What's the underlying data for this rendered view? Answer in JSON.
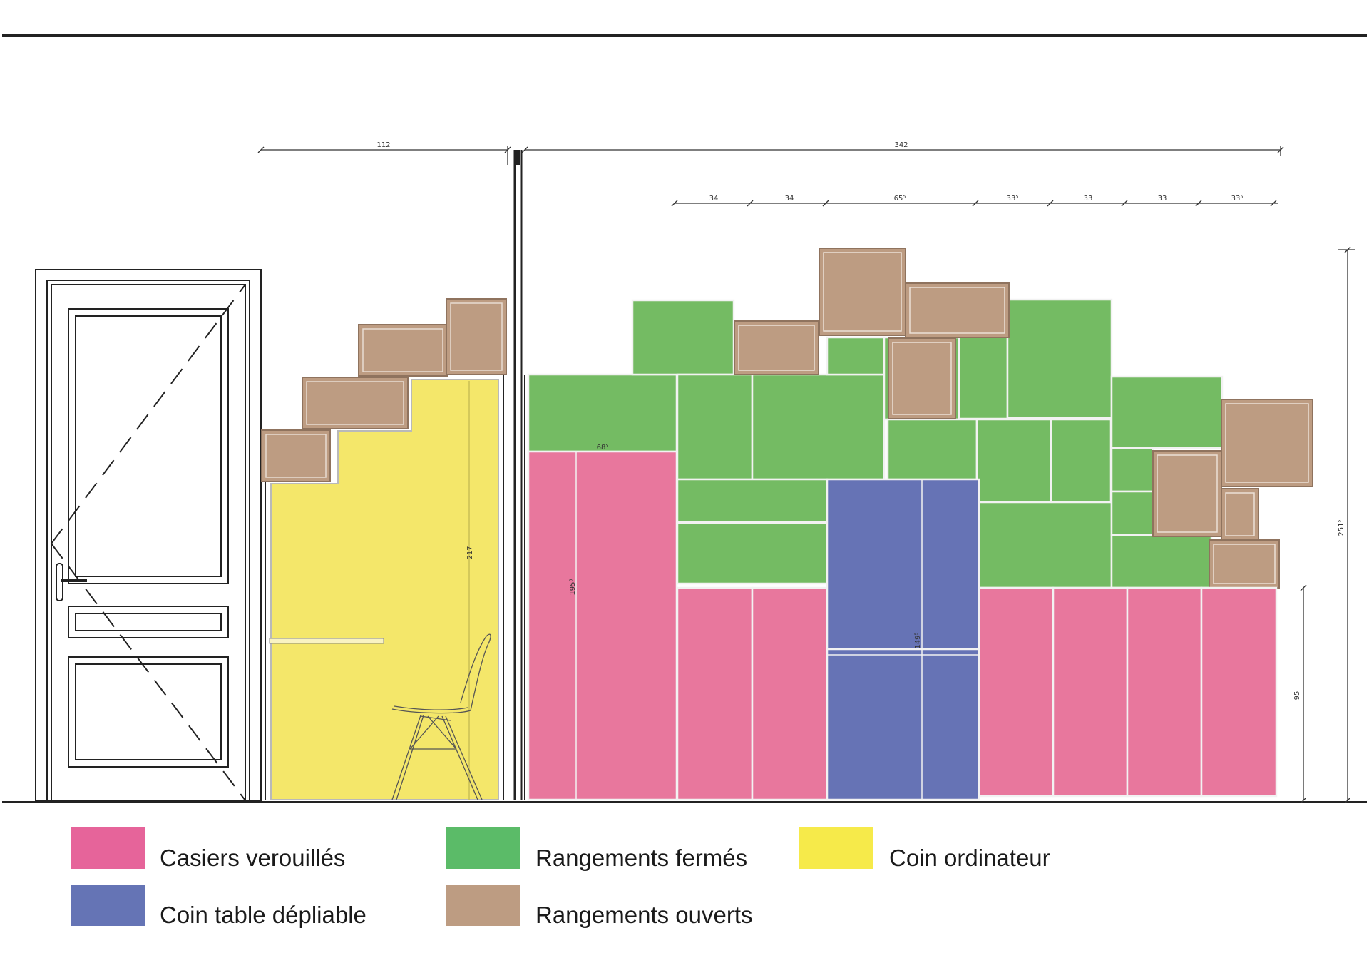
{
  "colors": {
    "pink": "#e8779d",
    "pink_legend": "#e6649a",
    "green": "#74bb63",
    "green_legend": "#5bbb68",
    "brown": "#bd9c82",
    "blue": "#6673b5",
    "yellow": "#f4e76a",
    "yellow_legend": "#f6ea4a",
    "line": "#222222"
  },
  "dimensions": {
    "left_width": "112",
    "right_width": "342",
    "sub_1": "34",
    "sub_2": "34",
    "sub_3": "65⁵",
    "sub_4": "33⁵",
    "sub_5": "33",
    "sub_6": "33",
    "sub_7": "33⁵",
    "total_height": "251⁵",
    "low_height": "95",
    "locker_height": "195⁵",
    "locker_width": "68⁵",
    "desk_height": "217",
    "table_height": "149⁵"
  },
  "legend": [
    {
      "label": "Casiers verouillés",
      "color": "#e6649a",
      "icon": "pink-swatch"
    },
    {
      "label": "Rangements fermés",
      "color": "#5bbb68",
      "icon": "green-swatch"
    },
    {
      "label": "Coin ordinateur",
      "color": "#f6ea4a",
      "icon": "yellow-swatch"
    },
    {
      "label": "Coin table dépliable",
      "color": "#6574b5",
      "icon": "blue-swatch"
    },
    {
      "label": "Rangements ouverts",
      "color": "#bd9c82",
      "icon": "brown-swatch"
    }
  ]
}
